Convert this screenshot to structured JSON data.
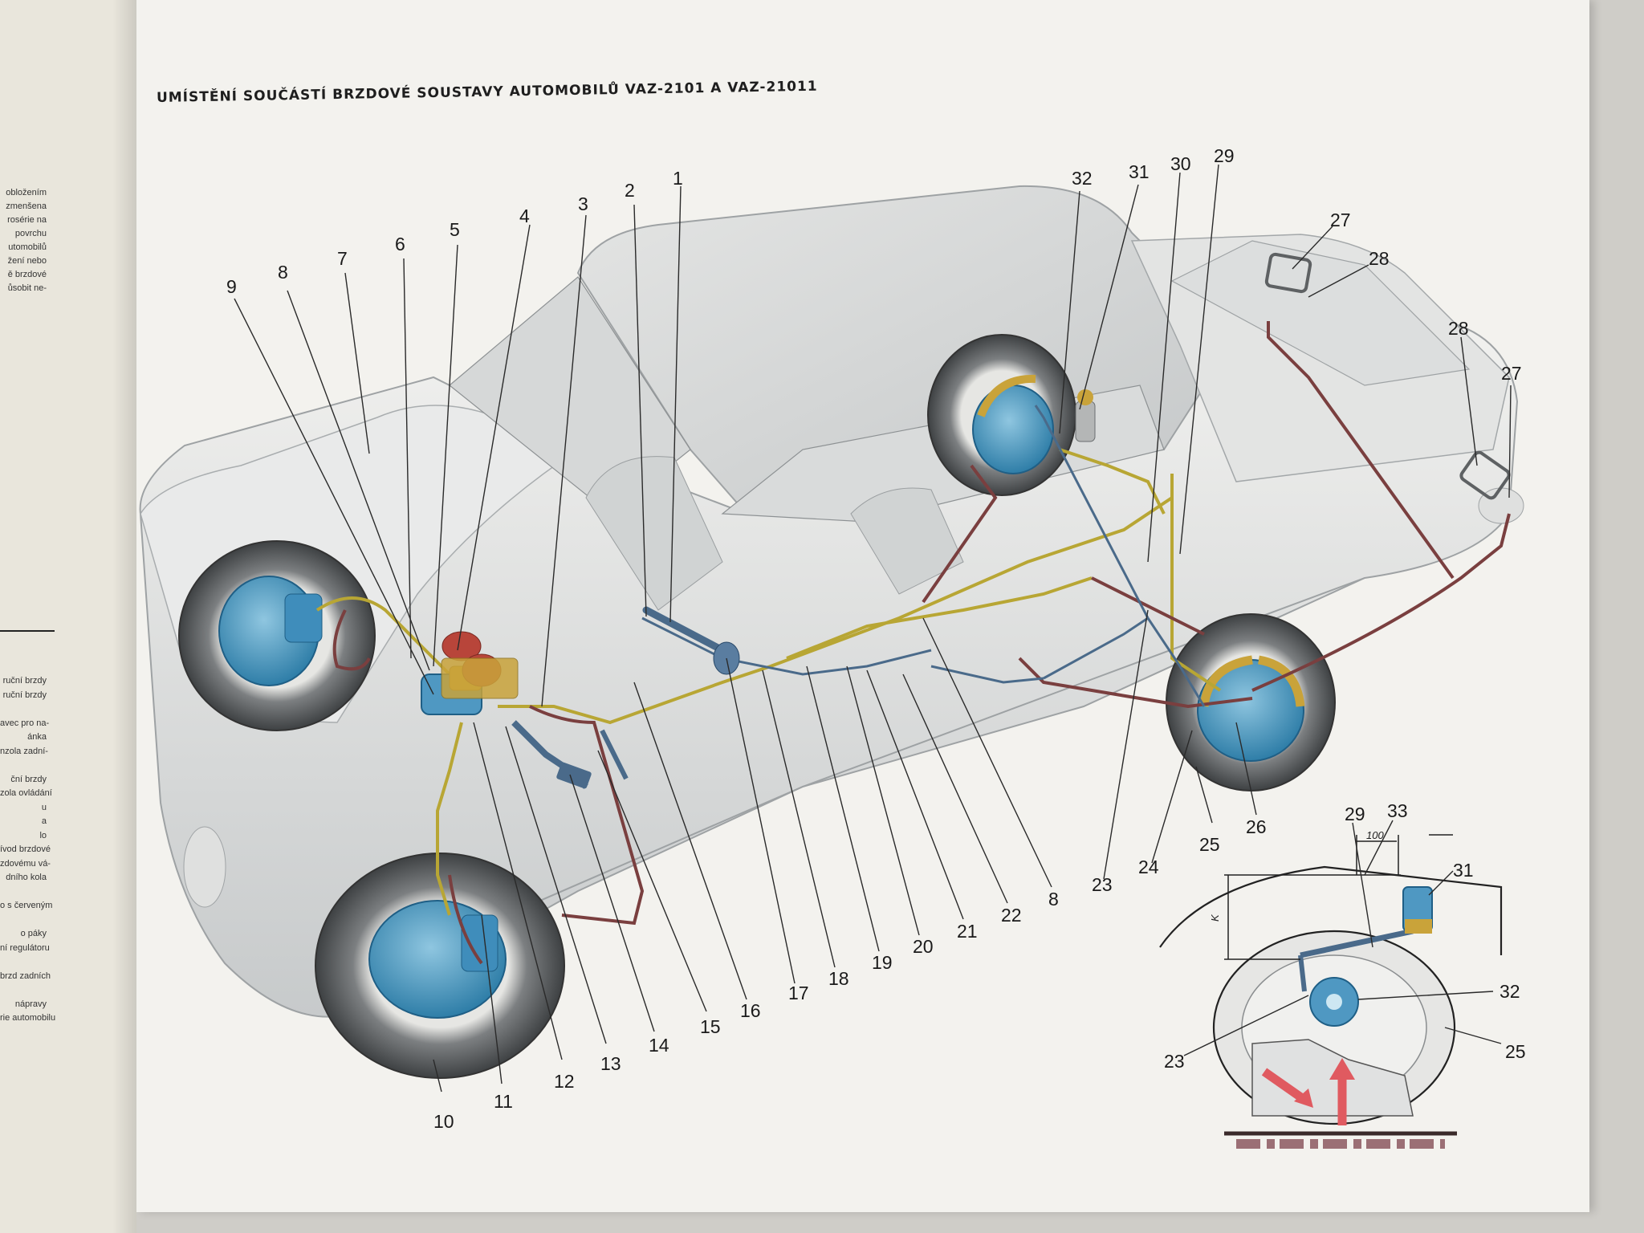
{
  "title": "UMÍSTĚNÍ SOUČÁSTÍ BRZDOVÉ SOUSTAVY AUTOMOBILŮ VAZ-2101 A VAZ-21011",
  "margin_top_lines": [
    "obložením",
    "zmenšena",
    "rosérie na",
    "povrchu",
    "utomobilů",
    "žení nebo",
    "ě brzdové",
    "ůsobit ne-"
  ],
  "margin_bottom_lines": [
    "ruční brzdy",
    "ruční brzdy",
    "",
    "avec pro na-",
    "ánka",
    "nzola zadní-",
    "",
    "ční brzdy",
    "zola ovládání",
    "u",
    "a",
    "lo",
    "ívod brzdové",
    "zdovému vá-",
    "dního kola",
    "",
    "o s červeným",
    "",
    "o páky",
    "ní regulátoru",
    "",
    "brzd zadních",
    "",
    "nápravy",
    "rie automobilu"
  ],
  "callouts": [
    "1",
    "2",
    "3",
    "4",
    "5",
    "6",
    "7",
    "8",
    "9",
    "10",
    "11",
    "12",
    "13",
    "14",
    "15",
    "16",
    "17",
    "18",
    "19",
    "20",
    "21",
    "22",
    "23",
    "24",
    "25",
    "26",
    "27",
    "28",
    "29",
    "30",
    "31",
    "32",
    "8",
    "27",
    "28"
  ],
  "inset_callouts": [
    "29",
    "33",
    "31",
    "32",
    "25",
    "23"
  ],
  "inset_dims": {
    "dim_100": "100",
    "dim_k": "K"
  },
  "colors": {
    "page": "#f3f2ee",
    "body_paint": "#ececea",
    "body_shade": "#b9bcbd",
    "brake_pipe": "#b8a634",
    "hose": "#7a3f3f",
    "cable": "#4a6a8a",
    "drum": "#5fa3c6",
    "master_red": "#b8453a",
    "shoe": "#c9a33a",
    "tyre": "#55585a"
  }
}
